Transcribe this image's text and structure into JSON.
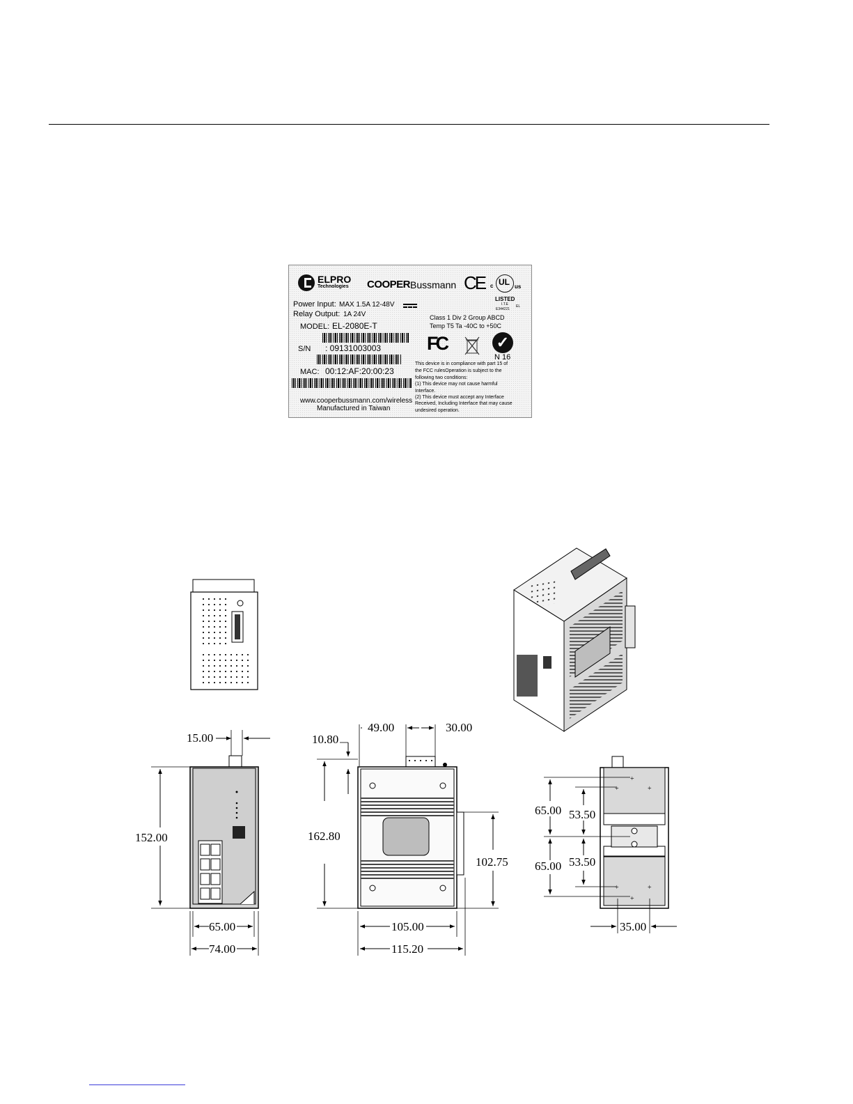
{
  "label": {
    "brand_name": "ELPRO",
    "brand_sub": "Technologies",
    "cooper_a": "COOPER",
    "cooper_b": "Bussmann",
    "ce_mark": "CE",
    "ul_c": "c",
    "ul_core": "UL",
    "ul_us": "us",
    "ul_listed": "LISTED",
    "ul_code1": "I.T.E",
    "ul_code2": "E344221",
    "ul_el": "EL",
    "power_label": "Power Input:",
    "power_value": "MAX 1.5A 12-48V",
    "relay_label": "Relay Output:",
    "relay_value": "1A 24V",
    "model_label": "MODEL:",
    "model_value": "EL-2080E-T",
    "sn_label": "S/N",
    "sn_value": ": 09131003003",
    "mac_label": "MAC:",
    "mac_value": "00:12:AF:20:00:23",
    "hazloc_1": "Class 1 Div 2 Group ABCD",
    "hazloc_2": "Temp T5 Ta -40C to +50C",
    "fcc_mark": "FC",
    "ctick_code": "N 16",
    "fcc_lines": [
      "This device is in compliance with part 15 of",
      "the FCC rulesOperation is subject to the",
      "following two conditions:",
      "(1) This device may not cause harmful",
      "Interface.",
      "(2) This device must accept any Interface",
      "Received, Including Interface that may cause",
      "undesired operation."
    ],
    "website": "www.cooperbussmann.com/wireless",
    "made_in": "Manufactured in Taiwan"
  },
  "dimensions": {
    "side_top": "15.00",
    "side_height": "152.00",
    "side_width_inner": "65.00",
    "side_width_outer": "74.00",
    "front_left_offset": "10.80",
    "front_terminal_pos": "49.00",
    "front_terminal_width": "30.00",
    "front_height": "162.80",
    "front_rail_height": "102.75",
    "front_width_inner": "105.00",
    "front_width_outer": "115.20",
    "rear_upper": "65.00",
    "rear_upper_holes": "53.50",
    "rear_lower": "65.00",
    "rear_lower_holes": "53.50",
    "rear_hole_spacing": "35.00"
  }
}
